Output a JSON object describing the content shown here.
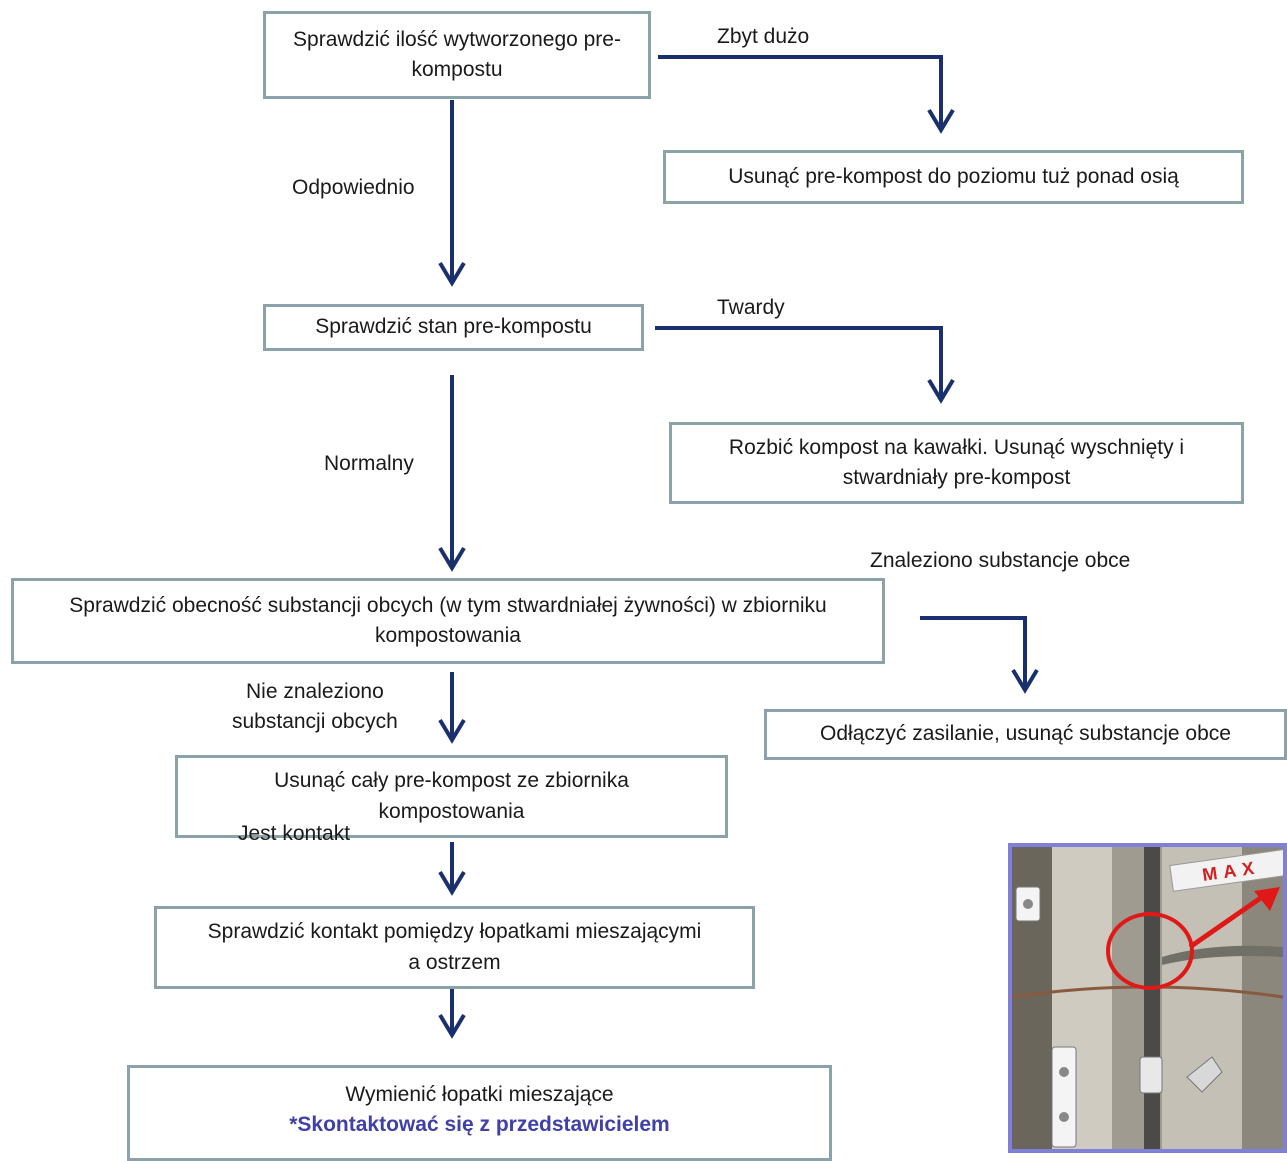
{
  "colors": {
    "arrow": "#1a2f6e",
    "box_border": "#8aa2a8",
    "emphasis": "#4040a8",
    "highlight": "#e01818"
  },
  "nodes": {
    "check_amount": "Sprawdzić ilość wytworzonego pre-kompostu",
    "remove_to_axis": "Usunąć pre-kompost do poziomu tuż ponad osią",
    "check_state": "Sprawdzić stan pre-kompostu",
    "break_compost": "Rozbić kompost na kawałki. Usunąć wyschnięty i stwardniały pre-kompost",
    "check_foreign": "Sprawdzić obecność substancji obcych (w tym stwardniałej żywności) w zbiorniku kompostowania",
    "disconnect_power": "Odłączyć zasilanie, usunąć substancje obce",
    "remove_all": "Usunąć cały pre-kompost ze zbiornika kompostowania",
    "check_contact": "Sprawdzić kontakt pomiędzy łopatkami mieszającymi a ostrzem",
    "replace_paddles": "Wymienić łopatki mieszające",
    "contact_rep": "*Skontaktować się z przedstawicielem"
  },
  "labels": {
    "too_much": "Zbyt dużo",
    "adequate": "Odpowiednio",
    "hard": "Twardy",
    "normal": "Normalny",
    "found_foreign": "Znaleziono substancje obce",
    "not_found_line1": "Nie znaleziono",
    "not_found_line2": "substancji obcych",
    "contact": "Jest kontakt"
  },
  "photo": {
    "sticker_text": "MAX"
  }
}
